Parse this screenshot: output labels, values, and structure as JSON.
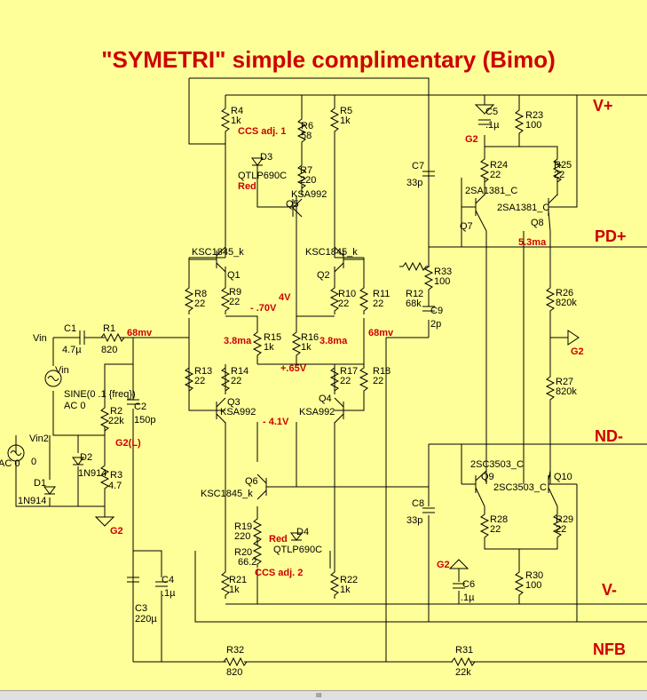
{
  "title": "\"SYMETRI\"  simple complimentary (Bimo)",
  "rails": {
    "vplus": "V+",
    "pdplus": "PD+",
    "ndminus": "ND-",
    "vminus": "V-",
    "nfb": "NFB"
  },
  "components": {
    "R1": {
      "ref": "R1",
      "value": "820"
    },
    "C1": {
      "ref": "C1",
      "value": "4.7µ"
    },
    "R2": {
      "ref": "R2",
      "value": "22k"
    },
    "C2": {
      "ref": "C2",
      "value": "150p"
    },
    "R3": {
      "ref": "R3",
      "value": "4.7"
    },
    "D1": {
      "ref": "D1",
      "value": "1N914"
    },
    "D2": {
      "ref": "D2",
      "value": "1N914"
    },
    "C3": {
      "ref": "C3",
      "value": "220µ"
    },
    "C4": {
      "ref": "C4",
      "value": ".1µ"
    },
    "R4": {
      "ref": "R4",
      "value": "1k"
    },
    "R5": {
      "ref": "R5",
      "value": "1k"
    },
    "R6": {
      "ref": "R6",
      "value": "58"
    },
    "R7": {
      "ref": "R7",
      "value": "220"
    },
    "D3": {
      "ref": "D3",
      "value": "QTLP690C"
    },
    "Q5": {
      "ref": "Q5",
      "value": "KSA992"
    },
    "Q1": {
      "ref": "Q1",
      "value": "KSC1845_k"
    },
    "Q2": {
      "ref": "Q2",
      "value": "KSC1845_k"
    },
    "R8": {
      "ref": "R8",
      "value": "22"
    },
    "R9": {
      "ref": "R9",
      "value": "22"
    },
    "R10": {
      "ref": "R10",
      "value": "22"
    },
    "R11": {
      "ref": "R11",
      "value": "22"
    },
    "R12": {
      "ref": "R12",
      "value": "68k"
    },
    "R15": {
      "ref": "R15",
      "value": "1k"
    },
    "R16": {
      "ref": "R16",
      "value": "1k"
    },
    "R13": {
      "ref": "R13",
      "value": "22"
    },
    "R14": {
      "ref": "R14",
      "value": "22"
    },
    "R17": {
      "ref": "R17",
      "value": "22"
    },
    "R18": {
      "ref": "R18",
      "value": "22"
    },
    "Q3": {
      "ref": "Q3",
      "value": "KSA992"
    },
    "Q4": {
      "ref": "Q4",
      "value": "KSA992"
    },
    "Q6": {
      "ref": "Q6",
      "value": "KSC1845_k"
    },
    "R19": {
      "ref": "R19",
      "value": "220"
    },
    "R20": {
      "ref": "R20",
      "value": "66.2"
    },
    "D4": {
      "ref": "D4",
      "value": "QTLP690C"
    },
    "R21": {
      "ref": "R21",
      "value": "1k"
    },
    "R22": {
      "ref": "R22",
      "value": "1k"
    },
    "C7": {
      "ref": "C7",
      "value": "33p"
    },
    "R33": {
      "ref": "R33",
      "value": "100"
    },
    "C9": {
      "ref": "C9",
      "value": "2p"
    },
    "C8": {
      "ref": "C8",
      "value": "33p"
    },
    "C5": {
      "ref": "C5",
      "value": ".1µ"
    },
    "R23": {
      "ref": "R23",
      "value": "100"
    },
    "R24": {
      "ref": "R24",
      "value": "22"
    },
    "R25": {
      "ref": "R25",
      "value": "22"
    },
    "Q7": {
      "ref": "Q7",
      "value": "2SA1381_C"
    },
    "Q8": {
      "ref": "Q8",
      "value": "2SA1381_C"
    },
    "R26": {
      "ref": "R26",
      "value": "820k"
    },
    "R27": {
      "ref": "R27",
      "value": "820k"
    },
    "Q9": {
      "ref": "Q9",
      "value": "2SC3503_C"
    },
    "Q10": {
      "ref": "Q10",
      "value": "2SC3503_C"
    },
    "R28": {
      "ref": "R28",
      "value": "22"
    },
    "R29": {
      "ref": "R29",
      "value": "22"
    },
    "R30": {
      "ref": "R30",
      "value": "100"
    },
    "C6": {
      "ref": "C6",
      "value": ".1µ"
    },
    "R32": {
      "ref": "R32",
      "value": "820"
    },
    "R31": {
      "ref": "R31",
      "value": "22k"
    }
  },
  "sources": {
    "vin": "Vin",
    "vin2": "Vin2",
    "sine": "SINE(0 .1 {freq})",
    "ac": "AC 0",
    "ac2": "AC 0",
    "zero": "0"
  },
  "annotations": {
    "ccs1": "CCS adj. 1",
    "ccs2": "CCS adj. 2",
    "red1": "Red",
    "red2": "Red",
    "mv68a": "68mv",
    "mv68b": "68mv",
    "v070": "- .70V",
    "v4": "4V",
    "ma38a": "3.8ma",
    "ma38b": "3.8ma",
    "v065": "+.65V",
    "v41": "- 4.1V",
    "ma53": "5.3ma",
    "g2_label": "G2(L)"
  },
  "grounds": {
    "g2": "G2"
  },
  "scrollbar": {
    "grip": "III"
  }
}
